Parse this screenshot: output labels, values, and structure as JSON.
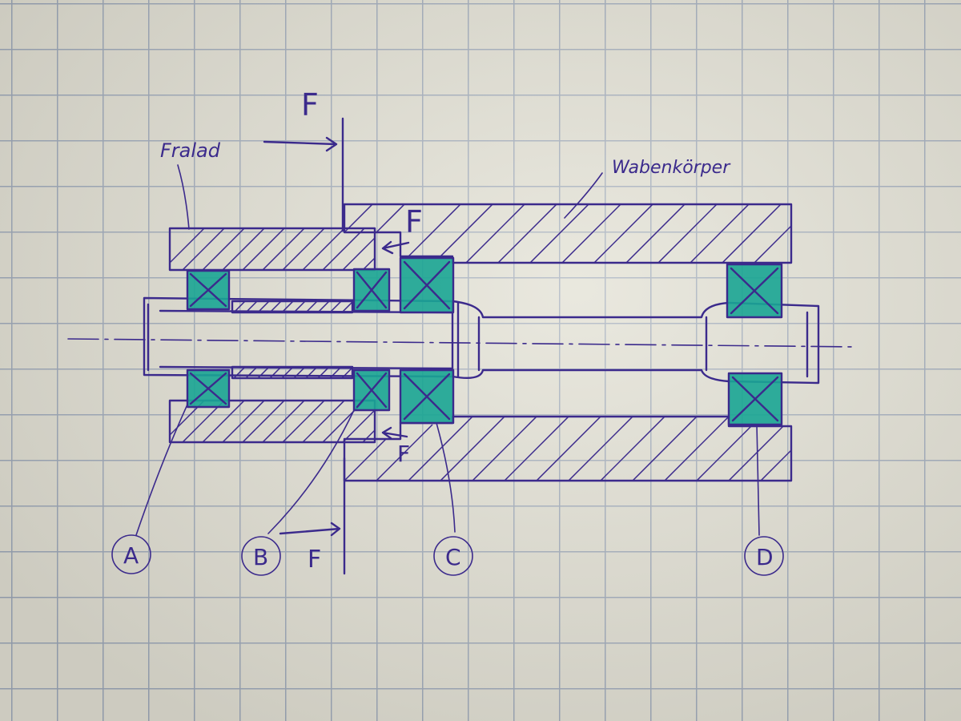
{
  "labels": {
    "force_top": "F",
    "force_upper_gap": "F",
    "force_lower_gap": "F",
    "force_bottom": "F",
    "freilauf": "Fralad",
    "nabenkoerper": "Wabenkörper",
    "bearing_a": "A",
    "bearing_b": "B",
    "bearing_c": "C",
    "bearing_d": "D"
  },
  "colors": {
    "ink": "#3b2a8c",
    "bearing": "#1aa593",
    "paper": "#dedcd0",
    "grid": "#9aa5b6"
  }
}
